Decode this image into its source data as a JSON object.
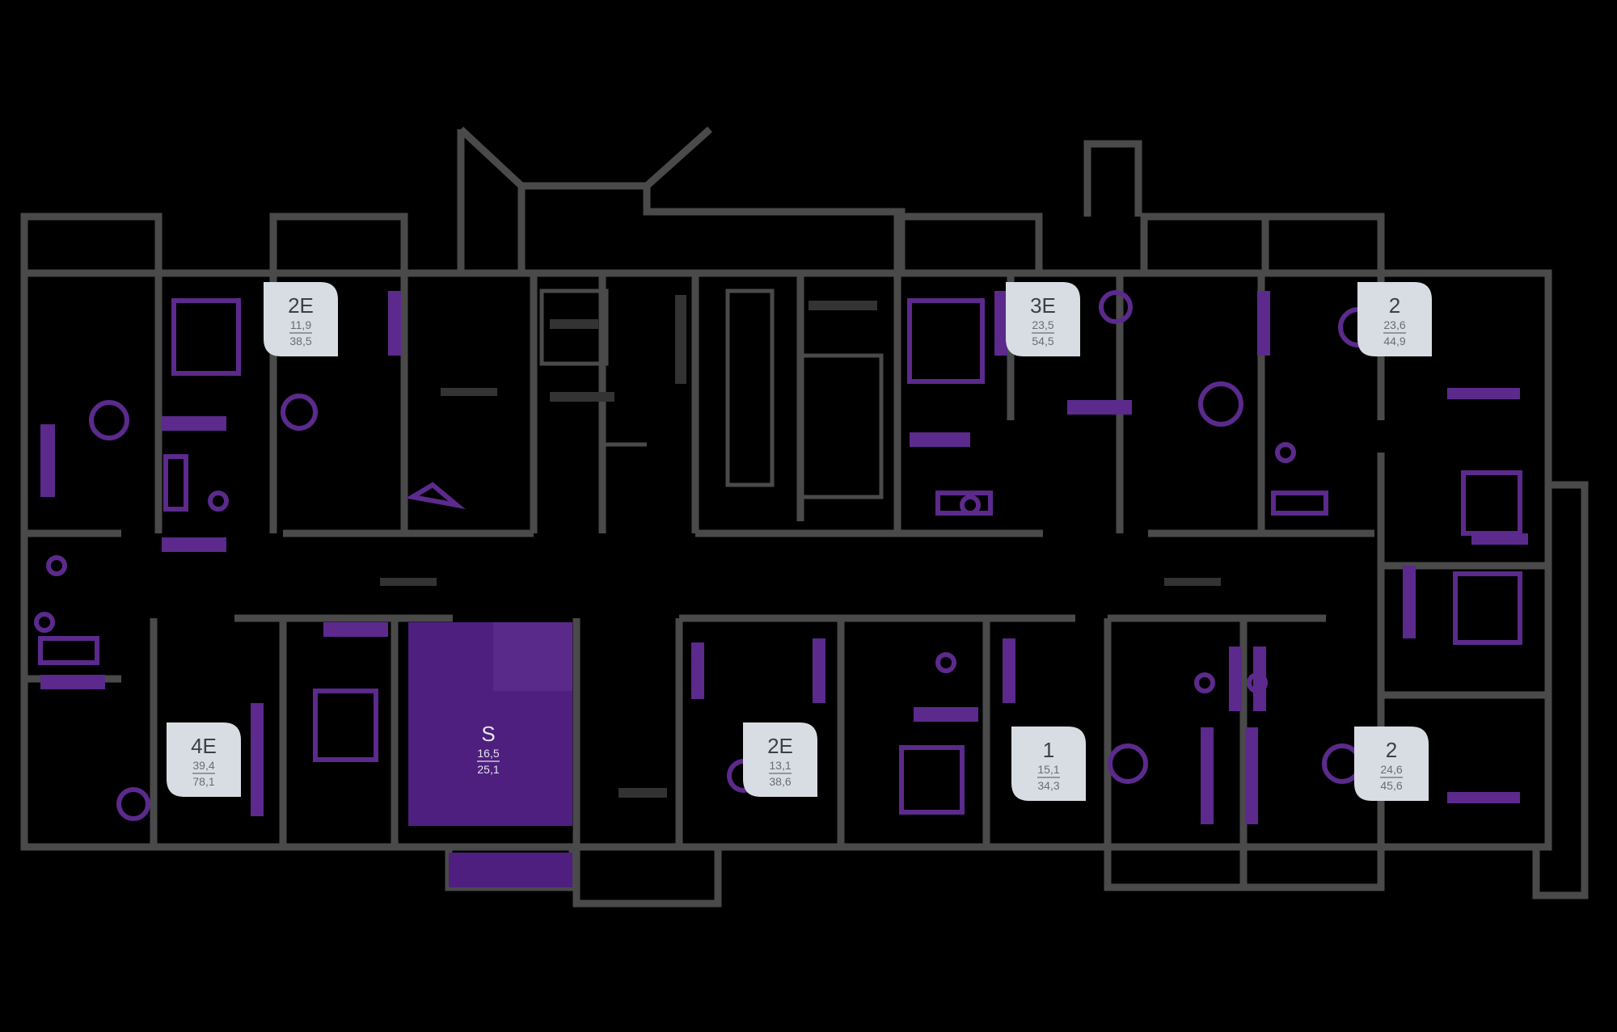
{
  "colors": {
    "background": "#000000",
    "wall": "#4a4a4a",
    "accent_purple": "#5b2a8c",
    "label_bg": "#d8dde3",
    "selected_unit": "#4e1f7e"
  },
  "apartments": [
    {
      "id": "apt-2e-top",
      "type": "2E",
      "living": "11,9",
      "total": "38,5",
      "selected": false
    },
    {
      "id": "apt-3e-top",
      "type": "3E",
      "living": "23,5",
      "total": "54,5",
      "selected": false
    },
    {
      "id": "apt-2-top",
      "type": "2",
      "living": "23,6",
      "total": "44,9",
      "selected": false
    },
    {
      "id": "apt-4e",
      "type": "4E",
      "living": "39,4",
      "total": "78,1",
      "selected": false
    },
    {
      "id": "apt-s",
      "type": "S",
      "living": "16,5",
      "total": "25,1",
      "selected": true
    },
    {
      "id": "apt-2e-bottom",
      "type": "2E",
      "living": "13,1",
      "total": "38,6",
      "selected": false
    },
    {
      "id": "apt-1",
      "type": "1",
      "living": "15,1",
      "total": "34,3",
      "selected": false
    },
    {
      "id": "apt-2-bottom",
      "type": "2",
      "living": "24,6",
      "total": "45,6",
      "selected": false
    }
  ]
}
